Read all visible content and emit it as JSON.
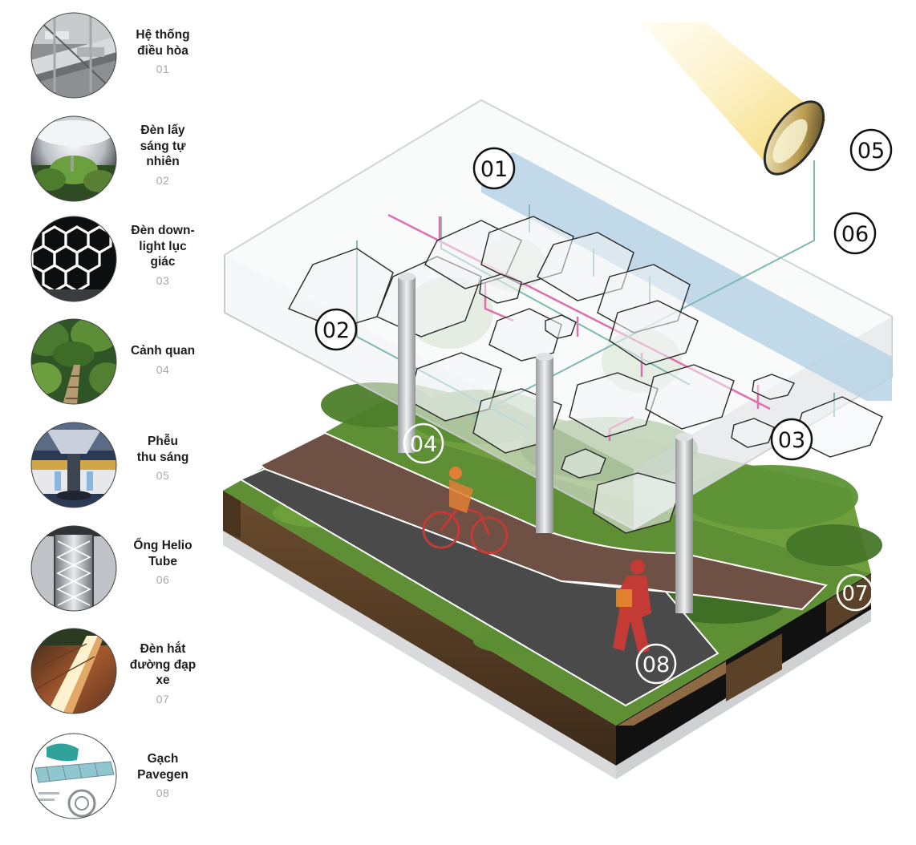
{
  "legend": [
    {
      "lines": [
        "Hệ thống",
        "điều hòa"
      ],
      "number": "01",
      "icon": "air-conditioning-photo-icon"
    },
    {
      "lines": [
        "Đèn lấy",
        "sáng tự",
        "nhiên"
      ],
      "number": "02",
      "icon": "natural-light-lamp-photo-icon"
    },
    {
      "lines": [
        "Đèn down-",
        "light lục",
        "giác"
      ],
      "number": "03",
      "icon": "hexagon-downlight-photo-icon"
    },
    {
      "lines": [
        "Cảnh quan"
      ],
      "number": "04",
      "icon": "landscape-photo-icon"
    },
    {
      "lines": [
        "Phễu",
        "thu sáng"
      ],
      "number": "05",
      "icon": "light-funnel-photo-icon"
    },
    {
      "lines": [
        "Ống Helio",
        "Tube"
      ],
      "number": "06",
      "icon": "helio-tube-photo-icon"
    },
    {
      "lines": [
        "Đèn hắt",
        "đường đạp",
        "xe"
      ],
      "number": "07",
      "icon": "bike-path-light-photo-icon"
    },
    {
      "lines": [
        "Gạch",
        "Pavegen"
      ],
      "number": "08",
      "icon": "pavegen-tile-photo-icon"
    }
  ],
  "callouts": {
    "c01": "01",
    "c02": "02",
    "c03": "03",
    "c04": "04",
    "c05": "05",
    "c06": "06",
    "c07": "07",
    "c08": "08"
  },
  "colors": {
    "greenery": "#5e8f35",
    "soil": "#5a4128",
    "wood_path": "#6e5144",
    "asphalt": "#4a4a4a",
    "air_duct": "#b8d3e6",
    "pipe_pink": "#de6fae",
    "helio_tube": "#7fb9b2",
    "sun_beam": "#f5dd73",
    "figure_red": "#c33b34"
  }
}
